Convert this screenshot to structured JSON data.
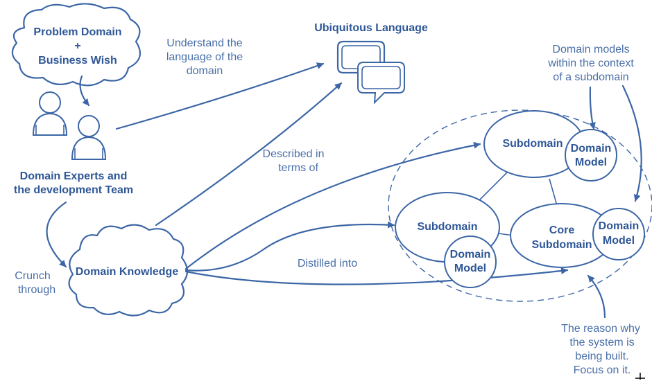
{
  "nodes": {
    "problem_domain": [
      "Problem Domain",
      "+",
      "Business Wish"
    ],
    "ubiquitous_language": "Ubiquitous Language",
    "domain_experts": [
      "Domain Experts and",
      "the development Team"
    ],
    "domain_knowledge": "Domain Knowledge",
    "subdomain_top": "Subdomain",
    "subdomain_left": "Subdomain",
    "core_subdomain": [
      "Core",
      "Subdomain"
    ],
    "domain_model": [
      "Domain",
      "Model"
    ]
  },
  "labels": {
    "understand": [
      "Understand the",
      "language of the",
      "domain"
    ],
    "described_in": [
      "Described in",
      "terms of"
    ],
    "crunch_through": [
      "Crunch",
      "through"
    ],
    "distilled_into": "Distilled into",
    "domain_models_context": [
      "Domain models",
      "within the context",
      "of a subdomain"
    ],
    "reason_why": [
      "The reason why",
      "the system is",
      "being built.",
      "Focus on it."
    ]
  },
  "icons": [
    "speech-bubbles-icon",
    "people-icon",
    "cloud-shape",
    "arrow-icon"
  ],
  "colors": {
    "ink": "#3c66a6",
    "text": "#2f5797"
  }
}
